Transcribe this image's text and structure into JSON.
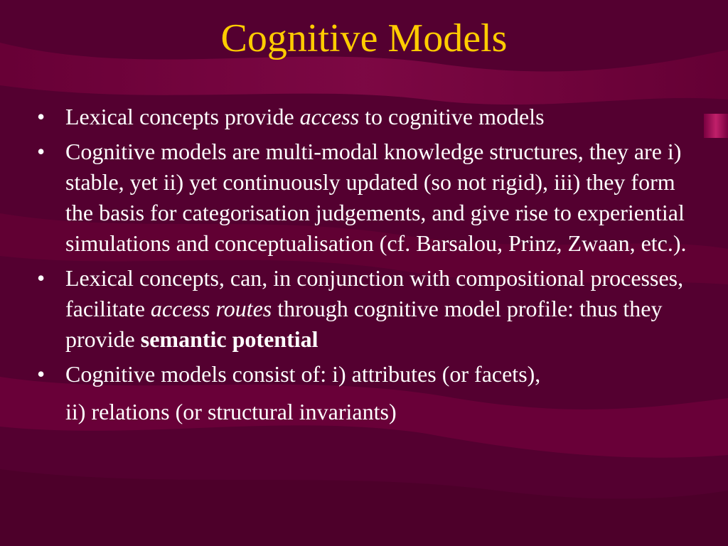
{
  "slide": {
    "title": "Cognitive Models",
    "bullet_glyph": "•",
    "colors": {
      "background": "#5a0030",
      "title": "#ffcc00",
      "text": "#ffffff",
      "accent_band": "#7a0040"
    },
    "bullets": [
      {
        "pre": "Lexical concepts provide ",
        "em": "access",
        "post": " to cognitive models"
      },
      {
        "text": "Cognitive models are multi-modal knowledge structures, they are i) stable, yet ii) yet continuously updated (so not rigid), iii) they form the basis for categorisation judgements, and give rise to experiential simulations and conceptualisation (cf. Barsalou, Prinz, Zwaan, etc.)."
      },
      {
        "pre": "Lexical concepts, can, in conjunction with compositional processes, facilitate ",
        "em": "access routes",
        "post": " through cognitive model profile: thus they provide ",
        "strong": "semantic potential"
      },
      {
        "line1": "Cognitive models consist of:  i)  attributes (or facets),",
        "line2": "ii) relations (or structural invariants)"
      }
    ]
  }
}
